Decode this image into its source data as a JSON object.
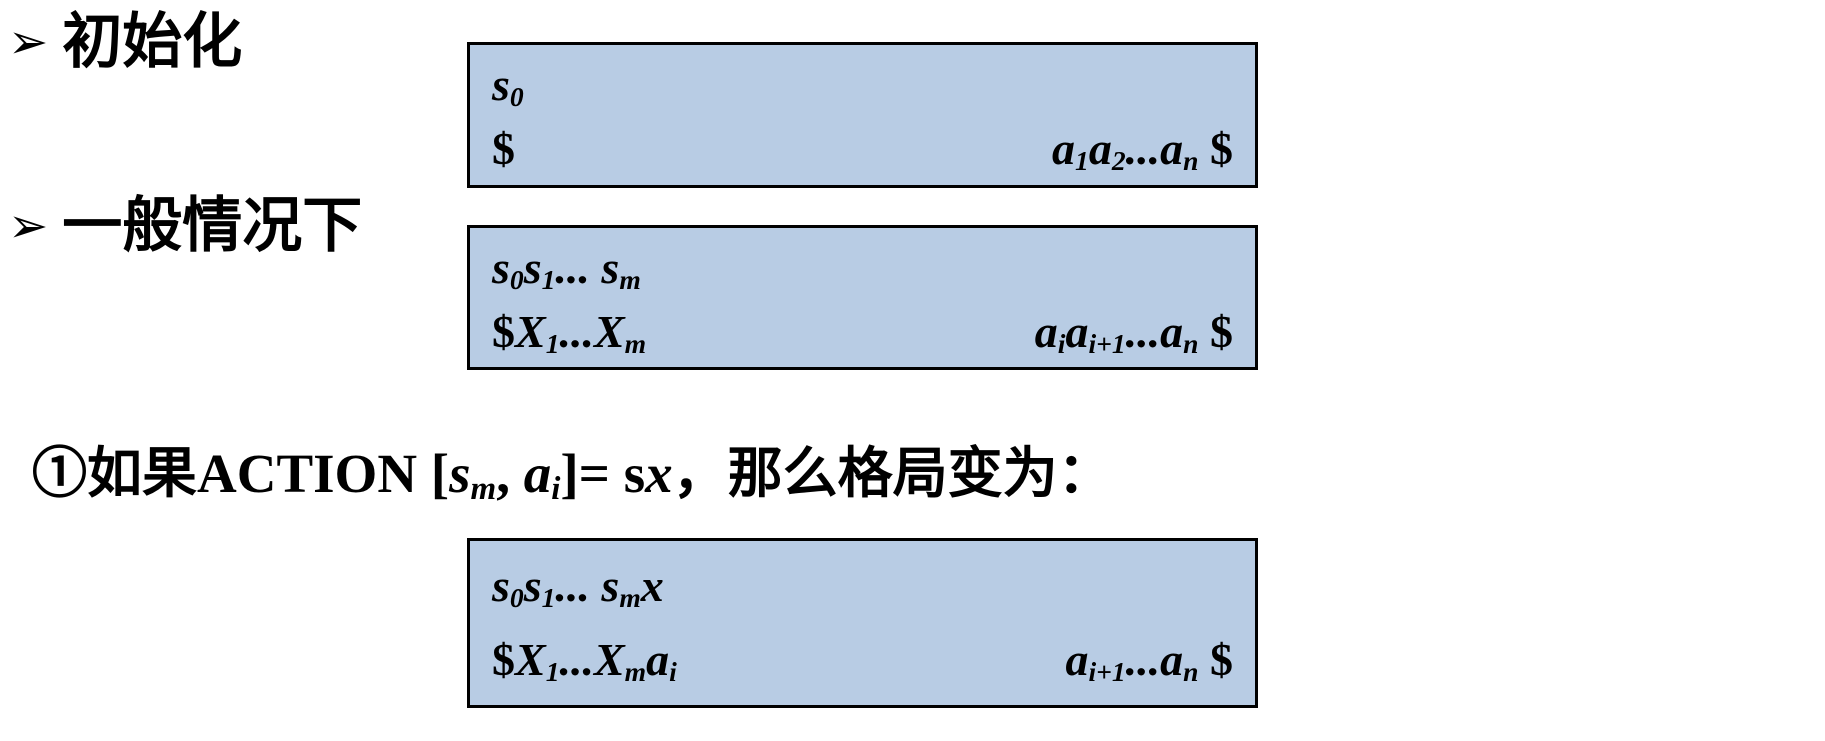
{
  "colors": {
    "box_fill": "#b8cce4",
    "box_border": "#000000",
    "text": "#000000",
    "background": "#ffffff"
  },
  "bullets": [
    {
      "marker": "➢",
      "label": "初始化"
    },
    {
      "marker": "➢",
      "label": "一般情况下"
    }
  ],
  "boxes": {
    "init": {
      "line1": [
        {
          "text": "s_{0}",
          "class": "it"
        }
      ],
      "line2_left": [
        {
          "text": "$",
          "class": "rm"
        }
      ],
      "line2_right": [
        {
          "text": "a_{1}a_{2}...a_{n}",
          "class": "it"
        },
        {
          "text": " $",
          "class": "rm"
        }
      ]
    },
    "general": {
      "line1": [
        {
          "text": "s_{0}s_{1}... s_{m}",
          "class": "it"
        }
      ],
      "line2_left": [
        {
          "text": "$",
          "class": "rm"
        },
        {
          "text": "X_{1}...X_{m}",
          "class": "it"
        }
      ],
      "line2_right": [
        {
          "text": "a_{i}a_{i+1}...a_{n}",
          "class": "it"
        },
        {
          "text": " $",
          "class": "rm"
        }
      ]
    },
    "shift": {
      "line1": [
        {
          "text": "s_{0}s_{1}... s_{m}x",
          "class": "it"
        }
      ],
      "line2_left": [
        {
          "text": "$",
          "class": "rm"
        },
        {
          "text": "X_{1}...X_{m}a_{i}",
          "class": "it"
        }
      ],
      "line2_right": [
        {
          "text": "a_{i+1}...a_{n}",
          "class": "it"
        },
        {
          "text": " $",
          "class": "rm"
        }
      ]
    }
  },
  "heading": {
    "segments": [
      {
        "text": "①如果",
        "class": "cn"
      },
      {
        "text": "ACTION [",
        "class": "rm"
      },
      {
        "text": "s_{m}",
        "class": "it"
      },
      {
        "text": ", ",
        "class": "rm"
      },
      {
        "text": "a_{i}",
        "class": "it"
      },
      {
        "text": "]= s",
        "class": "rm"
      },
      {
        "text": "x",
        "class": "it"
      },
      {
        "text": "，那么格局变为：",
        "class": "cn"
      }
    ]
  }
}
